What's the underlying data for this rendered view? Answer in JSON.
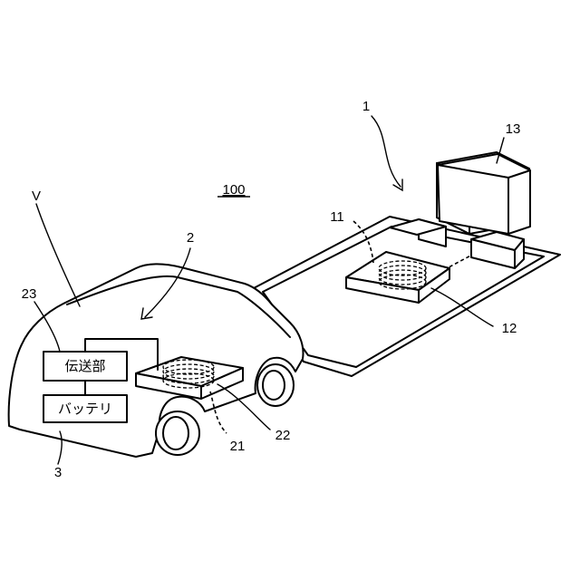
{
  "figure": {
    "system_ref": "100",
    "ground_unit_ref": "1",
    "vehicle_unit_ref": "2",
    "battery_ref": "3",
    "ground_coil_ref": "11",
    "ground_pad_ref": "12",
    "power_supply_ref": "13",
    "vehicle_coil_ref": "21",
    "vehicle_pad_ref": "22",
    "transmission_ref": "23",
    "vehicle_ref": "V",
    "transmission_label": "伝送部",
    "battery_label": "バッテリ"
  }
}
